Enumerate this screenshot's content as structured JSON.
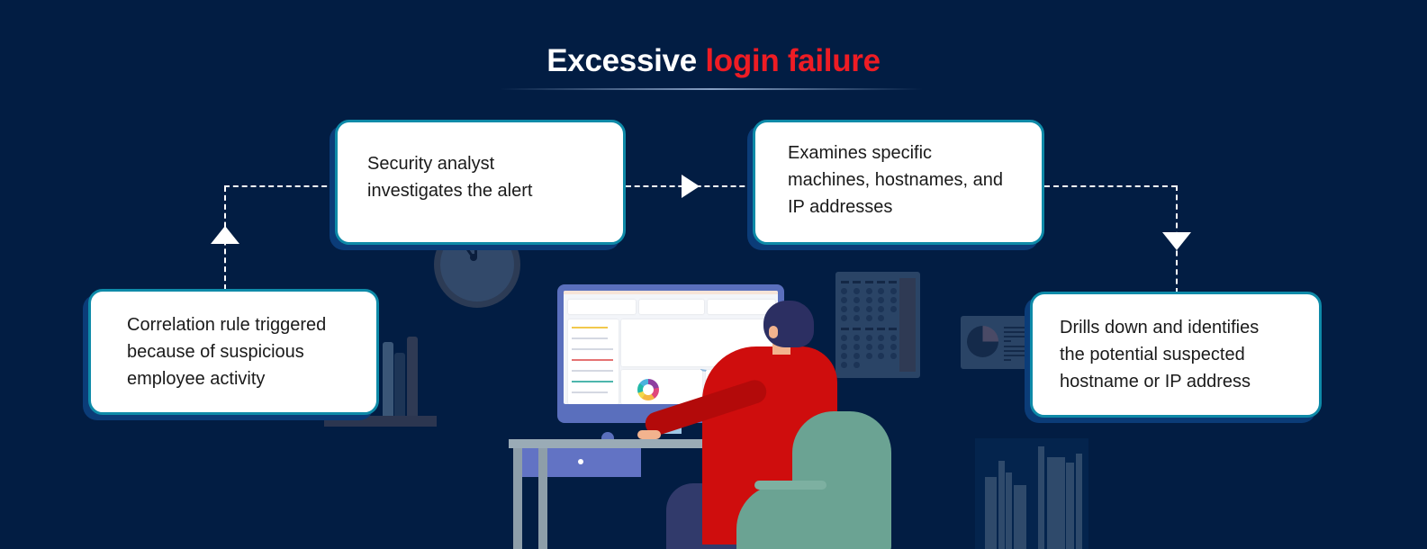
{
  "title": {
    "prefix": "Excessive",
    "highlight": "login failure",
    "prefix_color": "#ffffff",
    "highlight_color": "#ee1c24"
  },
  "colors": {
    "background": "#021d43",
    "card_border": "#0e8aa8",
    "card_shadow": "#0b3c78",
    "connector": "#ffffff"
  },
  "flow": {
    "steps": [
      {
        "order": 1,
        "text": "Correlation rule triggered\nbecause of suspicious\nemployee activity"
      },
      {
        "order": 2,
        "text": "Security analyst\ninvestigates the alert"
      },
      {
        "order": 3,
        "text": "Examines specific\nmachines, hostnames, and\nIP addresses"
      },
      {
        "order": 4,
        "text": "Drills down and identifies\nthe potential suspected\nhostname or IP address"
      }
    ],
    "connectors": [
      {
        "from": 1,
        "to": 2,
        "arrow": "up"
      },
      {
        "from": 2,
        "to": 3,
        "arrow": "right"
      },
      {
        "from": 3,
        "to": 4,
        "arrow": "down"
      }
    ]
  },
  "illustration": {
    "scene": "security analyst at desk viewing SIEM dashboard",
    "icons": [
      "clock-icon",
      "calendar-icon",
      "pie-chart-icon",
      "bar-chart-icon",
      "books-icon",
      "monitor-icon",
      "person-icon",
      "chair-icon"
    ]
  }
}
